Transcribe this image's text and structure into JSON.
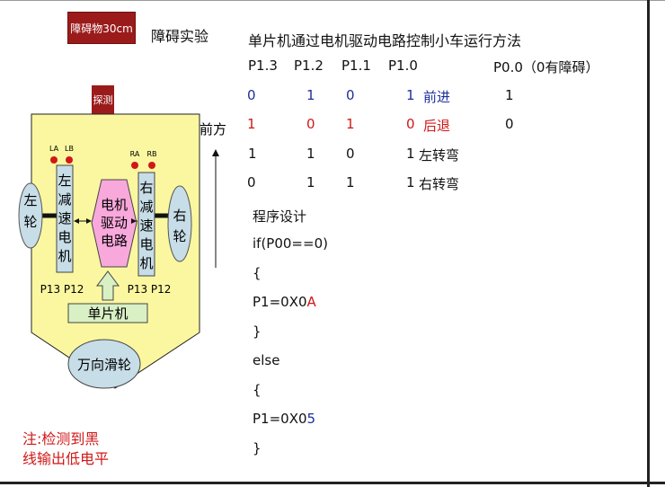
{
  "obstacle_box": {
    "label": "障碍物30cm"
  },
  "title_experiment": "障碍实验",
  "main_title": "单片机通过电机驱动电路控制小车运行方法",
  "table": {
    "headers": [
      "P1.3",
      "P1.2",
      "P1.1",
      "P1.0",
      "P0.0（0有障碍）"
    ],
    "rows": [
      {
        "p13": "0",
        "p12": "1",
        "p11": "0",
        "p10": "1",
        "action": "前进",
        "p00": "1"
      },
      {
        "p13": "1",
        "p12": "0",
        "p11": "1",
        "p10": "0",
        "action": "后退",
        "p00": "0"
      },
      {
        "p13": "1",
        "p12": "1",
        "p11": "0",
        "p10": "1",
        "action": "左转弯",
        "p00": ""
      },
      {
        "p13": "0",
        "p12": "1",
        "p11": "1",
        "p10": "1",
        "action": "右转弯",
        "p00": ""
      }
    ]
  },
  "program": {
    "heading": "程序设计",
    "line_if": "if(P00==0)",
    "brace_open_1": "{",
    "line_a_prefix": "P1=0X0",
    "line_a_suffix": "A",
    "brace_close_1": "}",
    "line_else": "else",
    "brace_open_2": "{",
    "line_b_prefix": "P1=0X0",
    "line_b_suffix": "5",
    "brace_close_2": "}"
  },
  "car": {
    "sensor": "探测",
    "forward": "前方",
    "left_wheel": "左轮",
    "right_wheel": "右轮",
    "left_motor": "左减速电机",
    "right_motor": "右减速电机",
    "driver": "电机驱动电路",
    "mcu": "单片机",
    "caster": "万向滑轮",
    "la": "LA",
    "lb": "LB",
    "ra": "RA",
    "rb": "RB",
    "left_pins": "P13 P12",
    "right_pins": "P13 P12"
  },
  "note": {
    "line1": "注:检测到黑",
    "line2": "线输出低电平"
  },
  "colors": {
    "car_body": "#fbf7a0",
    "motor": "#c7dde7",
    "driver": "#f9a8dc",
    "mcu": "#d8f0c4",
    "obstacle": "#9b1b1b",
    "red_text": "#d01818",
    "blue_text": "#1e2f9b"
  }
}
